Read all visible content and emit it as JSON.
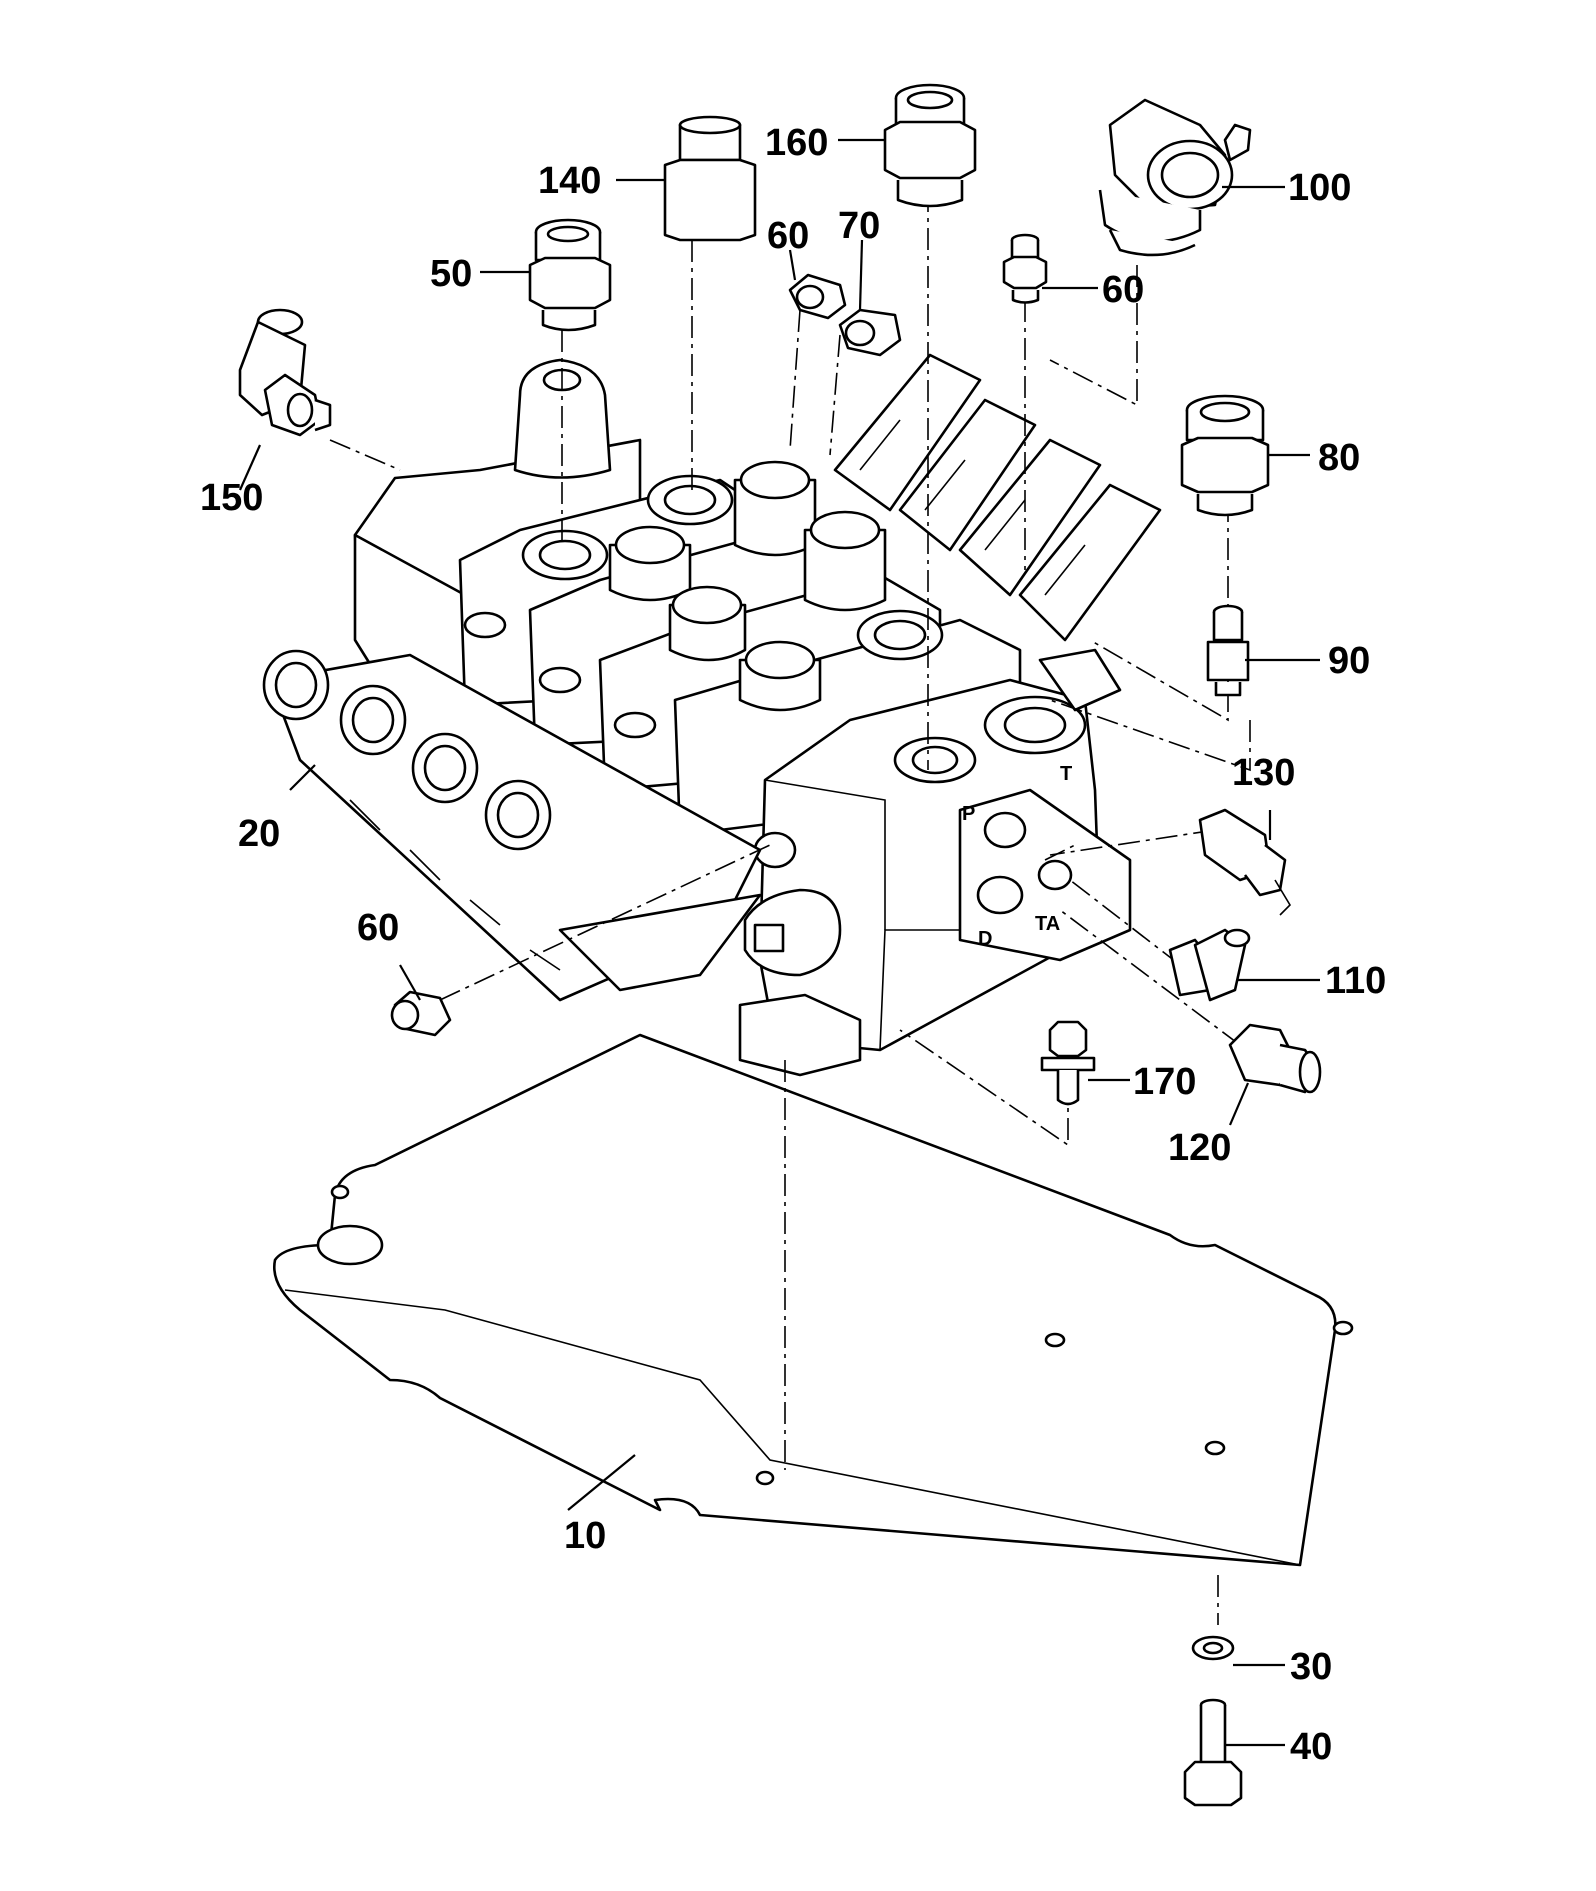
{
  "callouts": {
    "c10": "10",
    "c20": "20",
    "c30": "30",
    "c40": "40",
    "c50": "50",
    "c60_top": "60",
    "c60_right": "60",
    "c60_left": "60",
    "c70": "70",
    "c80": "80",
    "c90": "90",
    "c100": "100",
    "c110": "110",
    "c120": "120",
    "c130": "130",
    "c140": "140",
    "c150": "150",
    "c160": "160",
    "c170": "170"
  },
  "port_letters": {
    "t": "T",
    "d": "D",
    "p": "P",
    "ta": "TA"
  },
  "colors": {
    "ink": "#000000",
    "paper": "#ffffff"
  }
}
